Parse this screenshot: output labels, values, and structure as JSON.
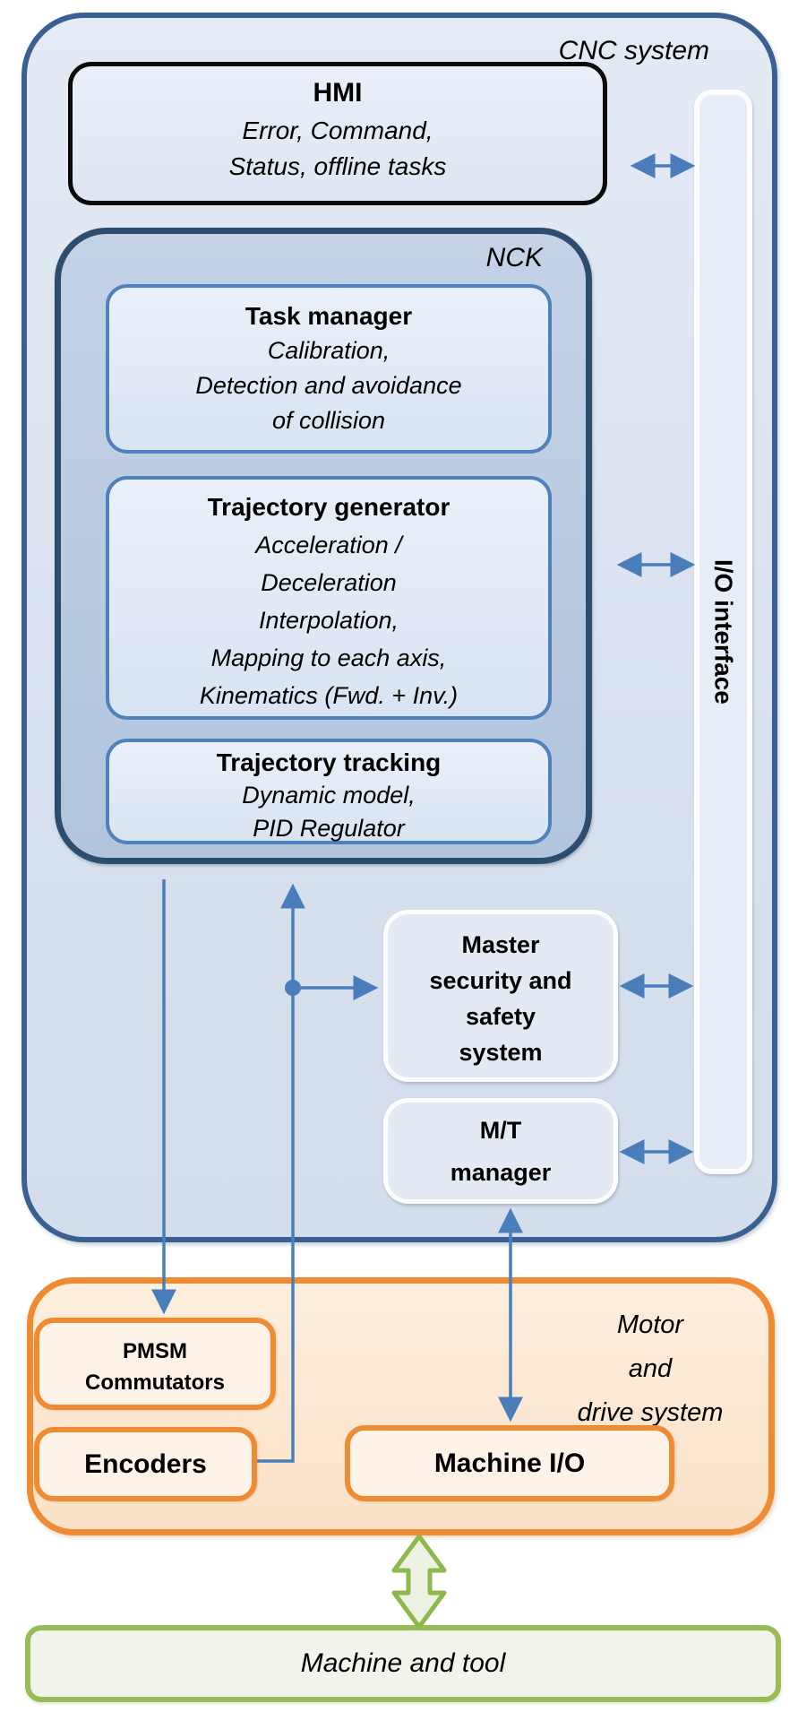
{
  "cnc": {
    "label": "CNC system"
  },
  "hmi": {
    "title": "HMI",
    "lines": [
      "Error, Command,",
      "Status, offline tasks"
    ]
  },
  "nck": {
    "label": "NCK"
  },
  "task_manager": {
    "title": "Task manager",
    "lines": [
      "Calibration,",
      "Detection and avoidance",
      "of collision"
    ]
  },
  "trajectory_generator": {
    "title": "Trajectory generator",
    "lines": [
      "Acceleration /",
      "Deceleration",
      "Interpolation,",
      "Mapping to each axis,",
      "Kinematics (Fwd. + Inv.)"
    ]
  },
  "trajectory_tracking": {
    "title": "Trajectory tracking",
    "lines": [
      "Dynamic model,",
      "PID Regulator"
    ]
  },
  "io_interface": {
    "label": "I/O interface"
  },
  "master_safety": {
    "lines": [
      "Master",
      "security and",
      "safety",
      "system"
    ]
  },
  "mt_manager": {
    "lines": [
      "M/T",
      "manager"
    ]
  },
  "motor_drive": {
    "label_lines": [
      "Motor",
      "and",
      "drive system"
    ]
  },
  "pmsm": {
    "lines": [
      "PMSM",
      "Commutators"
    ]
  },
  "encoders": {
    "title": "Encoders"
  },
  "machine_io": {
    "title": "Machine I/O"
  },
  "machine_tool": {
    "title": "Machine and tool"
  },
  "colors": {
    "blue_connector": "#4a7ebb",
    "cnc_border": "#3a6091",
    "cnc_fill": "#dce4f0",
    "nck_border": "#2d4d6f",
    "nck_fill": "#b9cade",
    "inner_box_border": "#4f81bd",
    "inner_box_fill": "#dfe8f5",
    "white_box_fill": "#e3eaf4",
    "orange_border": "#ee8b33",
    "orange_fill": "#fbe3cc",
    "orange_inner_fill": "#fdf2e8",
    "green_border": "#9bbb59",
    "green_fill": "#f1f4ea"
  }
}
